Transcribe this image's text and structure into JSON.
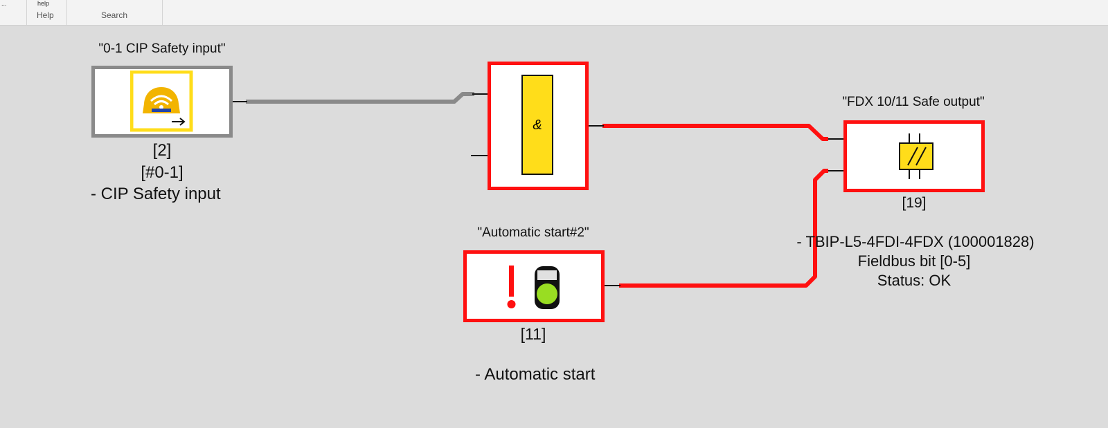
{
  "ribbon": {
    "dropdown_small": "...",
    "help_small": "help",
    "help_group": "Help",
    "search_group": "Search"
  },
  "blocks": {
    "cip_input": {
      "title": "\"0-1 CIP Safety input\"",
      "id": "[2]",
      "address": "[#0-1]",
      "description": "- CIP Safety input",
      "icon": "safety-network-icon"
    },
    "and_gate": {
      "symbol": "&",
      "icon": "and-gate-icon"
    },
    "safe_output": {
      "title": "\"FDX 10/11 Safe output\"",
      "id": "[19]",
      "device": "- TBIP-L5-4FDI-4FDX (100001828)",
      "fieldbus": "Fieldbus bit [0-5]",
      "status": "Status: OK",
      "icon": "relay-contact-icon"
    },
    "auto_start": {
      "title": "\"Automatic start#2\"",
      "id": "[11]",
      "description": "- Automatic start",
      "icon": "auto-start-indicator-icon"
    }
  },
  "colors": {
    "active_wire": "#ff1010",
    "inactive_wire": "#8a8a8a",
    "block_yellow": "#ffdd1a",
    "indicator_green": "#99dd22"
  }
}
